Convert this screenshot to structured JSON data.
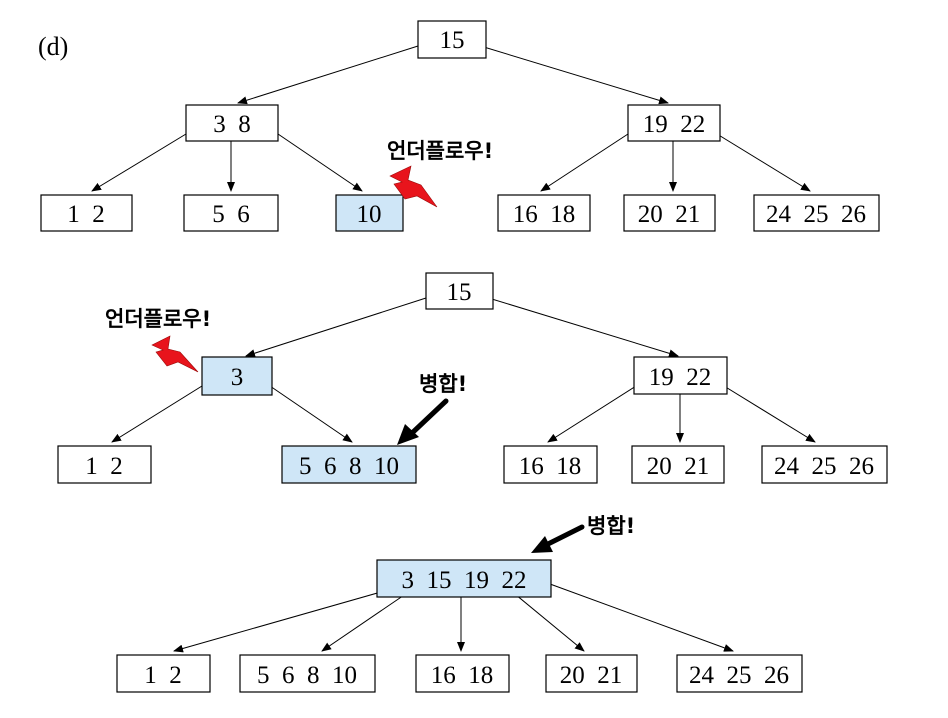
{
  "panel_label": "(d)",
  "notes": {
    "underflow": "언더플로우!",
    "merge": "병합!"
  },
  "colors": {
    "highlight": "#cfe6f7",
    "bolt": "#e8141c"
  },
  "trees": [
    {
      "root": "15",
      "internal": [
        "3  8",
        "19  22"
      ],
      "leaves": [
        "1  2",
        "5  6",
        "10",
        "16  18",
        "20  21",
        "24  25  26"
      ],
      "highlighted": [
        "10"
      ]
    },
    {
      "root": "15",
      "internal": [
        "3",
        "19  22"
      ],
      "leaves": [
        "1  2",
        "5  6  8  10",
        "16  18",
        "20  21",
        "24  25  26"
      ],
      "highlighted": [
        "3",
        "5  6  8  10"
      ]
    },
    {
      "root": "3  15  19  22",
      "leaves": [
        "1  2",
        "5  6  8  10",
        "16  18",
        "20  21",
        "24  25  26"
      ],
      "highlighted": [
        "3  15  19  22"
      ]
    }
  ]
}
